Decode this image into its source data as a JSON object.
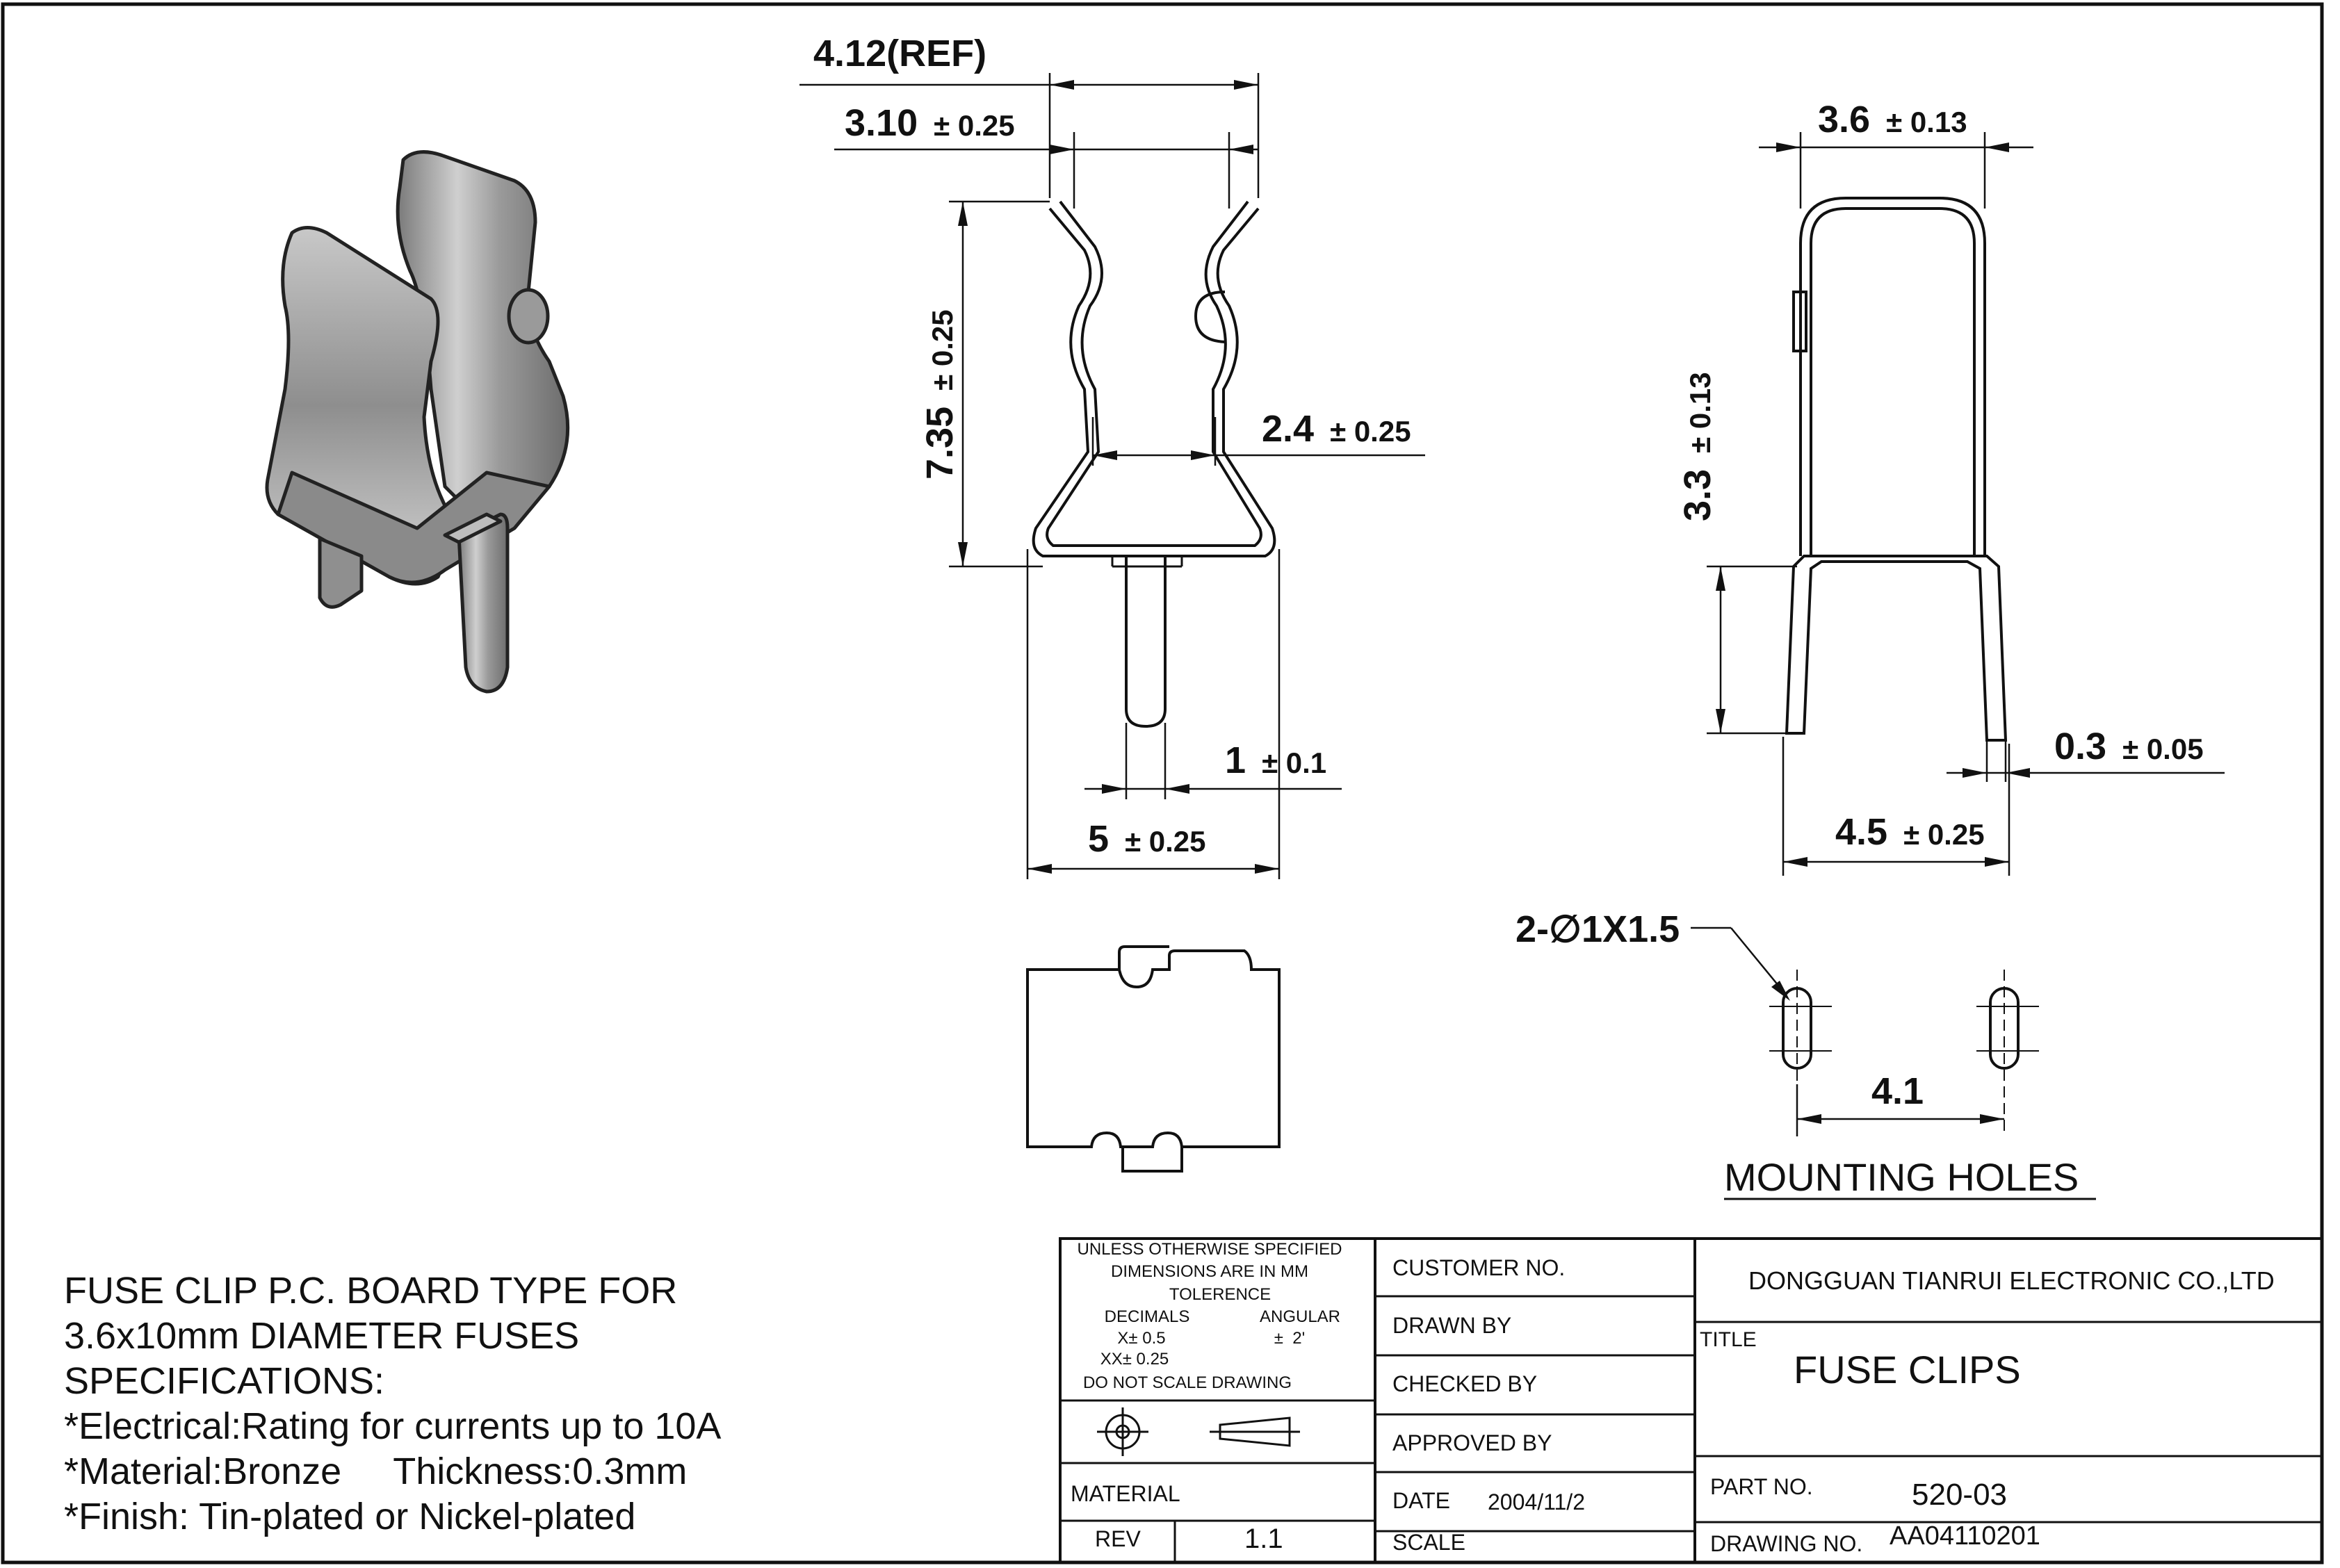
{
  "dimensions": {
    "ref_width": "4.12(REF)",
    "inner_width": {
      "value": "3.10",
      "tol": "± 0.25"
    },
    "height": {
      "value": "7.35",
      "tol": "± 0.25"
    },
    "waist_width": {
      "value": "2.4",
      "tol": "± 0.25"
    },
    "pin_width": {
      "value": "1",
      "tol": "± 0.1"
    },
    "base_width": {
      "value": "5",
      "tol": "± 0.25"
    },
    "side_top_width": {
      "value": "3.6",
      "tol": "± 0.13"
    },
    "side_height": {
      "value": "3.3",
      "tol": "± 0.13"
    },
    "thickness": {
      "value": "0.3",
      "tol": "± 0.05"
    },
    "side_base_width": {
      "value": "4.5",
      "tol": "± 0.25"
    },
    "hole_callout": "2-∅1X1.5",
    "hole_spacing": "4.1"
  },
  "mounting_holes_label": "MOUNTING HOLES",
  "description": [
    "FUSE CLIP P.C. BOARD TYPE FOR",
    "3.6x10mm DIAMETER FUSES",
    "SPECIFICATIONS:",
    "*Electrical:Rating for currents up to 10A",
    "*Material:Bronze     Thickness:0.3mm",
    "*Finish: Tin-plated or Nickel-plated"
  ],
  "title_block": {
    "notes": [
      "UNLESS OTHERWISE SPECIFIED",
      "DIMENSIONS ARE IN MM",
      "TOLERENCE"
    ],
    "decimals_label": "DECIMALS",
    "angular_label": "ANGULAR",
    "x_tol": "X± 0.5",
    "angular_tol": "±  2'",
    "xx_tol": "XX± 0.25",
    "no_scale": "DO NOT SCALE DRAWING",
    "material_label": "MATERIAL",
    "rev_label": "REV",
    "rev_value": "1.1",
    "customer_no_label": "CUSTOMER NO.",
    "drawn_by_label": "DRAWN BY",
    "checked_by_label": "CHECKED BY",
    "approved_by_label": "APPROVED BY",
    "date_label": "DATE",
    "date_value": "2004/11/2",
    "scale_label": "SCALE",
    "company": "DONGGUAN TIANRUI ELECTRONIC CO.,LTD",
    "title_label": "TITLE",
    "title_value": "FUSE CLIPS",
    "part_no_label": "PART NO.",
    "part_no_value": "520-03",
    "drawing_no_label": "DRAWING NO.",
    "drawing_no_value": "AA04110201"
  },
  "colors": {
    "ink": "#111111",
    "paper": "#ffffff",
    "metal_dark": "#7d7d7d",
    "metal_light": "#d9d9d9"
  }
}
